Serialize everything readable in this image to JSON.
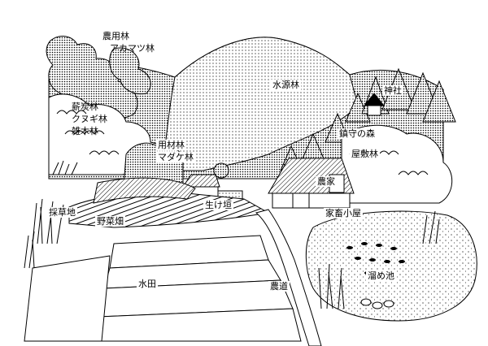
{
  "labels": {
    "farm_forest": "農用林",
    "red_pine_forest": "アカマツ林",
    "firewood_forest": "薪炭林",
    "sawtooth_oak_forest": "クヌギ林",
    "mixed_forest": "雑木林",
    "watershed_forest": "水源林",
    "shrine": "神社",
    "shrine_forest": "鎮守の森",
    "timber_forest": "用材林",
    "bamboo_forest": "マダケ林",
    "homestead_forest": "屋敷林",
    "farmhouse": "農家",
    "livestock_shed": "家畜小屋",
    "hedge": "生け垣",
    "grass_field": "採草地",
    "vegetable_field": "野菜畑",
    "paddy_field": "水田",
    "farm_road": "農道",
    "reservoir_pond": "溜め池"
  },
  "colors": {
    "ink": "#000000",
    "paper": "#ffffff",
    "dense_stipple": "#5a5a5a",
    "light_stipple": "#a8a8a8"
  }
}
